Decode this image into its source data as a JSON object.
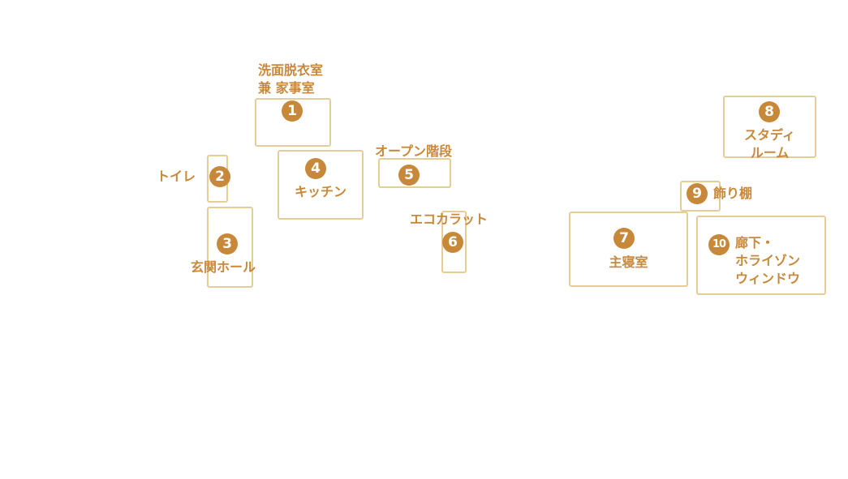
{
  "rooms": [
    {
      "number": "1",
      "label": "洗面脱衣室\n兼 家事室"
    },
    {
      "number": "2",
      "label": "トイレ"
    },
    {
      "number": "3",
      "label": "玄関ホール"
    },
    {
      "number": "4",
      "label": "キッチン"
    },
    {
      "number": "5",
      "label": "オープン階段"
    },
    {
      "number": "6",
      "label": "エコカラット"
    },
    {
      "number": "7",
      "label": "主寝室"
    },
    {
      "number": "8",
      "label": "スタディ\nルーム"
    },
    {
      "number": "9",
      "label": "飾り棚"
    },
    {
      "number": "10",
      "label": "廊下・\nホライゾン\nウィンドウ"
    }
  ],
  "colors": {
    "accent": "#c8883a",
    "outline": "#e6cc97",
    "background": "#ffffff"
  }
}
